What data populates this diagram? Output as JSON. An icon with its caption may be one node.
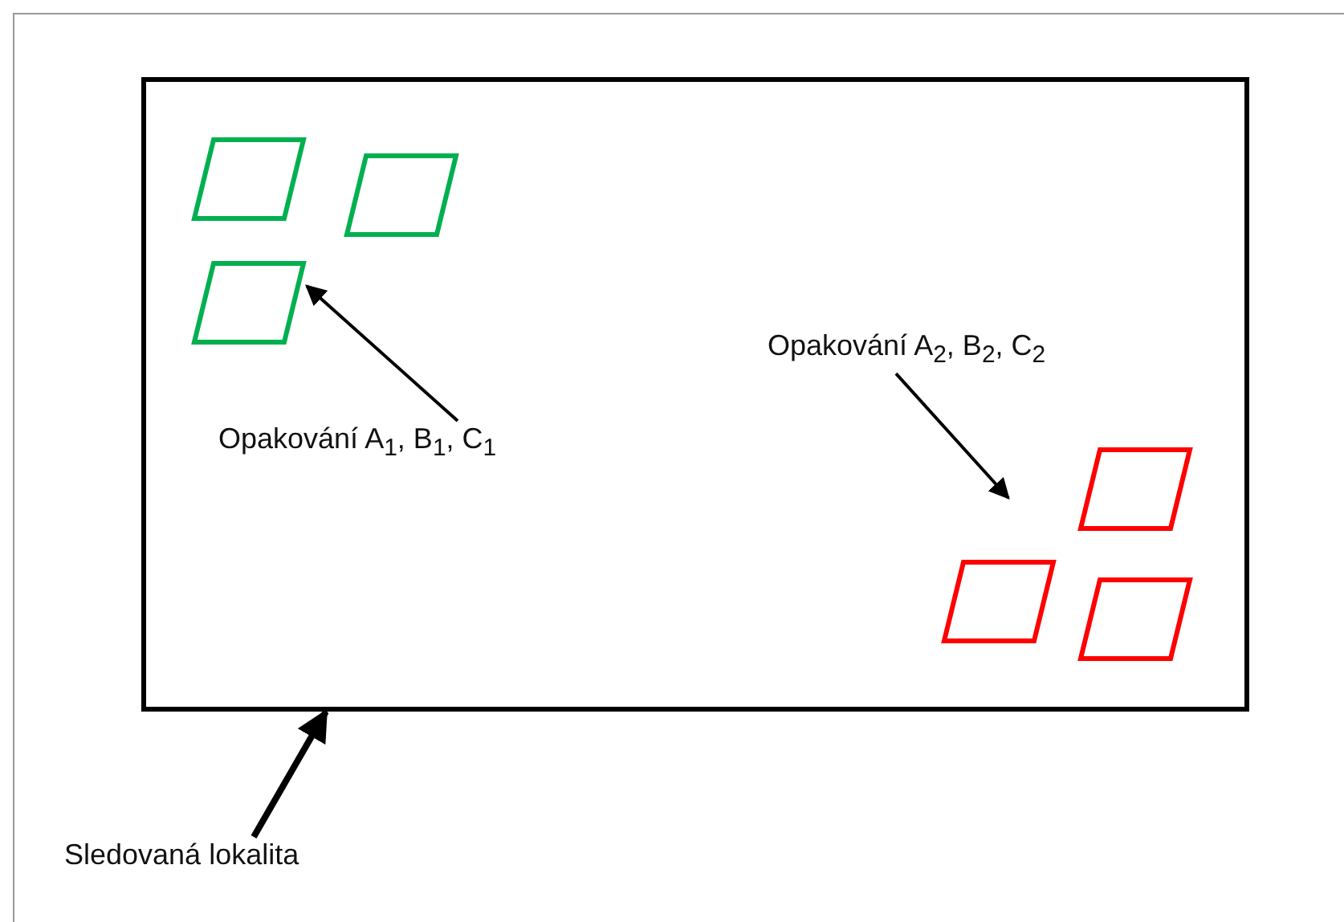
{
  "diagram": {
    "nodes": [
      {
        "text": [],
        "shape": "box"
      },
      {
        "text": [],
        "shape": "parallelogram",
        "in": 0
      },
      {
        "text": [],
        "shape": "parallelogram",
        "in": 0
      },
      {
        "text": [],
        "shape": "parallelogram",
        "in": 0
      },
      {
        "text": [
          "Opakování A$_{1}$, B$_{1}$, C$_{1}$"
        ],
        "in": 0
      },
      {
        "text": [
          "Opakování A$_{2}$, B$_{2}$, C$_{2}$"
        ],
        "in": 0
      },
      {
        "text": [],
        "shape": "parallelogram",
        "in": 0
      },
      {
        "text": [],
        "shape": "parallelogram",
        "in": 0
      },
      {
        "text": [],
        "shape": "parallelogram",
        "in": 0
      },
      {
        "text": [
          "Sledovaná lokalita"
        ]
      }
    ],
    "edges": [
      {
        "from": 4,
        "to": 3,
        "arrow": "to"
      },
      {
        "from": 5,
        "to": null,
        "arrow": "to"
      },
      {
        "from": 9,
        "to": 0,
        "arrow": "to",
        "style": "thick"
      }
    ]
  }
}
